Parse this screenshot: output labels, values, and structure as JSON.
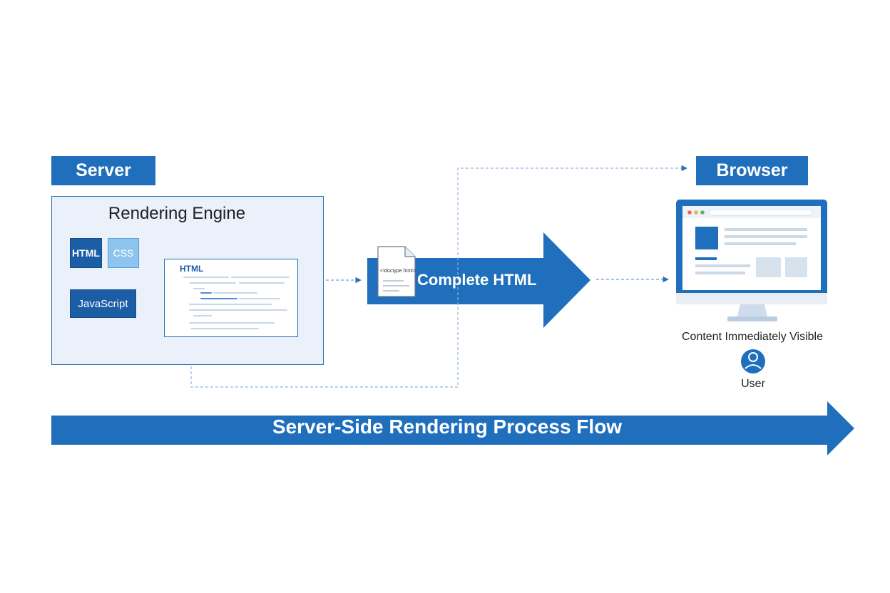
{
  "server": {
    "label": "Server"
  },
  "browser": {
    "label": "Browser"
  },
  "engine": {
    "title": "Rendering Engine",
    "html_chip": "HTML",
    "css_chip": "CSS",
    "js_chip": "JavaScript",
    "code_title": "HTML"
  },
  "transfer": {
    "document_label": "<!doctype html>",
    "arrow_label": "Complete HTML"
  },
  "result": {
    "visible_caption": "Content Immediately Visible",
    "user_label": "User"
  },
  "footer": {
    "flow_label": "Server-Side Rendering Process Flow"
  },
  "colors": {
    "primary": "#1f6fbd",
    "dark": "#1c5ea6",
    "light": "#8ec5ee",
    "panel": "#eaf1fa"
  },
  "icons": [
    "document-icon",
    "browser-window-icon",
    "user-icon"
  ]
}
